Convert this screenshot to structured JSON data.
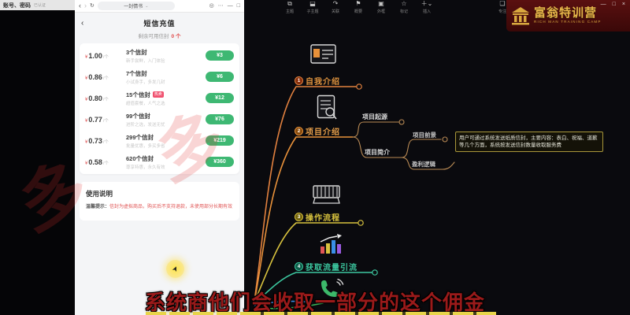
{
  "chat_window": {
    "title": "账号、密码",
    "subtitle": "已认证"
  },
  "browser": {
    "address": "一封情书",
    "icons": {
      "back": "‹",
      "forward": "›",
      "refresh": "↻",
      "caret": "⌄",
      "home": "◎",
      "more": "⋯",
      "minimize": "—",
      "maximize": "□"
    }
  },
  "recharge": {
    "back_icon": "‹",
    "title": "短信充值",
    "remaining_prefix": "剩余可用信封",
    "remaining_value": "0 个",
    "currency": "¥",
    "per_unit": "/个",
    "packages": [
      {
        "unit_price": "1.00",
        "name": "3个信封",
        "desc": "新手尝鲜，入门体验",
        "total": "¥3",
        "badge": ""
      },
      {
        "unit_price": "0.86",
        "name": "7个信封",
        "desc": "小试身手，多发几封",
        "total": "¥6",
        "badge": ""
      },
      {
        "unit_price": "0.80",
        "name": "15个信封",
        "desc": "超值套餐，人气之选",
        "total": "¥12",
        "badge": "热卖"
      },
      {
        "unit_price": "0.77",
        "name": "99个信封",
        "desc": "进阶之选，发送无忧",
        "total": "¥76",
        "badge": ""
      },
      {
        "unit_price": "0.73",
        "name": "299个信封",
        "desc": "批量优惠，多买多省",
        "total": "¥219",
        "badge": ""
      },
      {
        "unit_price": "0.58",
        "name": "620个信封",
        "desc": "尊享特惠，永久有效",
        "total": "¥360",
        "badge": ""
      }
    ],
    "usage": {
      "title": "使用说明",
      "note_prefix": "温馨提示：",
      "note_text": "信封为虚拟商品，购买后不支持退款，未使用部分长期有效"
    }
  },
  "mindmap": {
    "toolbar": [
      {
        "icon": "⧉",
        "label": "主题"
      },
      {
        "icon": "⬓",
        "label": "子主题"
      },
      {
        "icon": "↷",
        "label": "关联"
      },
      {
        "icon": "⚑",
        "label": "概要"
      },
      {
        "icon": "▣",
        "label": "外框"
      },
      {
        "icon": "☆",
        "label": "标记"
      },
      {
        "icon": "＋⌄",
        "label": "插入"
      }
    ],
    "toolbar_right": {
      "icon": "❏",
      "label": "专注"
    },
    "branches": [
      {
        "num": "1",
        "label": "自我介绍"
      },
      {
        "num": "2",
        "label": "项目介绍"
      },
      {
        "num": "3",
        "label": "操作流程"
      },
      {
        "num": "4",
        "label": "获取流量引流"
      }
    ],
    "children": {
      "origin": "项目起源",
      "brief": "项目简介",
      "prospect": "项目前景",
      "profit": "盈利逻辑"
    },
    "note": "用户可通过系统发送纸质信封，主要内容：表白、祝福、道歉等几个方面，系统按发送信封数量收取服务费",
    "colors": {
      "branch1": "#e2813f",
      "branch2": "#e8913a",
      "branch3": "#d8c23e",
      "branch4": "#3cc8a0",
      "branch_blue": "#3a8fe8",
      "branch_green": "#3cb95a",
      "note_border": "#a8963a"
    }
  },
  "logo": {
    "cn": "富翁特训营",
    "en": "RICH MAN TRAINING CAMP",
    "color": "#d9a93f"
  },
  "window_controls": {
    "minimize": "—",
    "maximize": "□",
    "close": "×"
  },
  "subtitle": {
    "text": "系统商他们会收取一部分的这个佣金",
    "color": "#9a1a1a"
  },
  "watermark": "多 多"
}
